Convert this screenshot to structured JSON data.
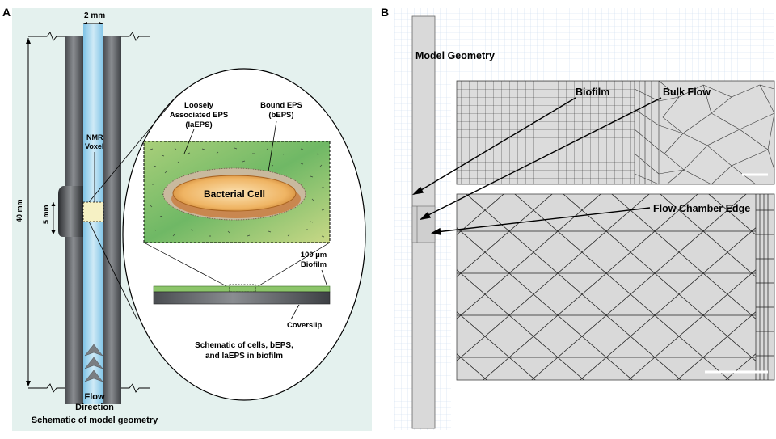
{
  "panel_a": {
    "letter": "A",
    "width_label": "2 mm",
    "height_label": "40 mm",
    "voxel_height_label": "5 mm",
    "nmr_voxel_label": [
      "NMR",
      "Voxel"
    ],
    "laeps_label": [
      "Loosely",
      "Associated EPS",
      "(laEPS)"
    ],
    "beps_label": [
      "Bound EPS",
      "(bEPS)"
    ],
    "cell_label": "Bacterial Cell",
    "biofilm_label": [
      "100 µm",
      "Biofilm"
    ],
    "coverslip_label": "Coverslip",
    "inset_caption": [
      "Schematic of cells, bEPS,",
      "and laEPS in biofilm"
    ],
    "flow_label": [
      "Flow",
      "Direction"
    ],
    "caption": "Schematic of model geometry",
    "colors": {
      "background": "#e4f1ee",
      "wall": "#6b6e72",
      "channel": "#9ed2ea",
      "biofilm_green": "#8cc56a",
      "cell_orange": "#e8a24a"
    }
  },
  "panel_b": {
    "letter": "B",
    "model_geometry_label": "Model Geometry",
    "biofilm_label": "Biofilm",
    "bulk_flow_label": "Bulk Flow",
    "chamber_edge_label": "Flow Chamber Edge",
    "colors": {
      "grid": "#c9dbef",
      "mesh_fill": "#d9d9d9",
      "mesh_line": "#222222"
    }
  }
}
